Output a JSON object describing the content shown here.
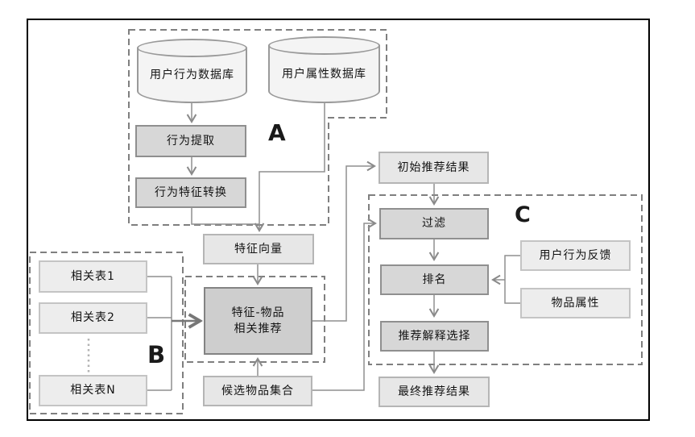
{
  "diagram_title": "recommendation-pipeline-flowchart",
  "groups": {
    "a": {
      "label": "A"
    },
    "b": {
      "label": "B"
    },
    "c": {
      "label": "C"
    }
  },
  "nodes": {
    "db_behavior": {
      "label": "用户行为数据库"
    },
    "db_attribute": {
      "label": "用户属性数据库"
    },
    "behavior_extract": {
      "label": "行为提取"
    },
    "behavior_convert": {
      "label": "行为特征转换"
    },
    "feature_vector": {
      "label": "特征向量"
    },
    "feature_item": {
      "line1": "特征-物品",
      "line2": "相关推荐"
    },
    "related_table_1": {
      "label": "相关表1"
    },
    "related_table_2": {
      "label": "相关表2"
    },
    "related_table_n": {
      "label": "相关表N"
    },
    "candidate_items": {
      "label": "候选物品集合"
    },
    "initial_results": {
      "label": "初始推荐结果"
    },
    "filter": {
      "label": "过滤"
    },
    "ranking": {
      "label": "排名"
    },
    "explain_select": {
      "label": "推荐解释选择"
    },
    "user_feedback": {
      "label": "用户行为反馈"
    },
    "item_attributes": {
      "label": "物品属性"
    },
    "final_results": {
      "label": "最终推荐结果"
    }
  },
  "colors": {
    "process_box_fill": "#d7d7d7",
    "process_box_border": "#8f8f8f",
    "data_box_fill": "#e7e7e7",
    "data_box_border": "#b5b5b5",
    "cylinder_fill": "#f4f4f4",
    "connector": "#8a8a8a",
    "dashed_group": "#7f7f7f",
    "frame_border": "#000000"
  }
}
